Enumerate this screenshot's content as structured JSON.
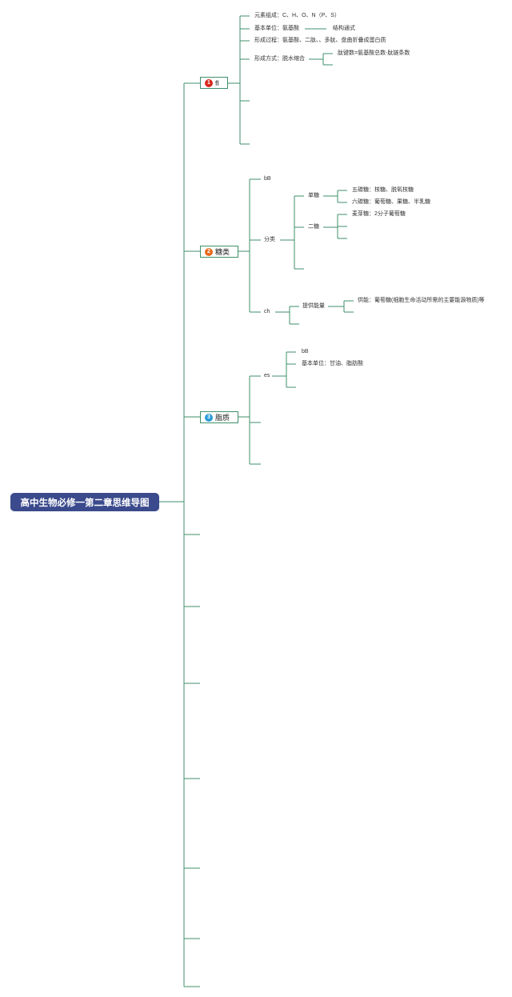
{
  "colors": {
    "line": "#3f8f6b",
    "root_bg": "#3a4a8c",
    "badge1": "#d6281b",
    "badge2": "#e56a1c",
    "badge3": "#2a9bd6"
  },
  "root": {
    "title": "高中生物必修一第二章思维导图"
  },
  "branch1": {
    "badge": "1",
    "label": "fl",
    "items": {
      "elements": "元素组成：C、H、O、N（P、S）",
      "unit": "基本单位：氨基酸",
      "unit_sub": "结构通式",
      "process": "形成过程：氨基酸、二肽、、多肽、盘曲折叠成蛋白质",
      "method": "形成方式：脱水缩合",
      "method_sub": "肽键数=氨基酸总数-肽链条数"
    }
  },
  "branch2": {
    "badge": "2",
    "label": "糖类",
    "items": {
      "bb": "bB",
      "classify": "分类",
      "mono": "单糖",
      "penta": "五碳糖：核糖、脱氧核糖",
      "hexa": "六碳糖：葡萄糖、果糖、半乳糖",
      "di": "二糖",
      "maltose": "麦芽糖：2分子葡萄糖",
      "ch": "ch",
      "energy": "提供能量",
      "energy_sub": "供能：葡萄糖(细胞生命活动所需的主要能源物质)等"
    }
  },
  "branch3": {
    "badge": "3",
    "label": "脂质",
    "items": {
      "es": "es",
      "bb": "bB",
      "unit": "基本单位：甘油、脂肪酸"
    }
  }
}
